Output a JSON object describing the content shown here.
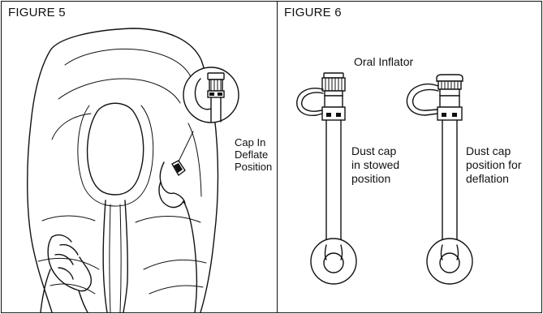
{
  "figure5": {
    "title": "FIGURE 5",
    "callout_lines": [
      "Cap In",
      "Deflate",
      "Position"
    ]
  },
  "figure6": {
    "title": "FIGURE 6",
    "top_label": "Oral Inflator",
    "left_caption_lines": [
      "Dust cap",
      "in stowed",
      "position"
    ],
    "right_caption_lines": [
      "Dust cap",
      "position for",
      "deflation"
    ]
  }
}
